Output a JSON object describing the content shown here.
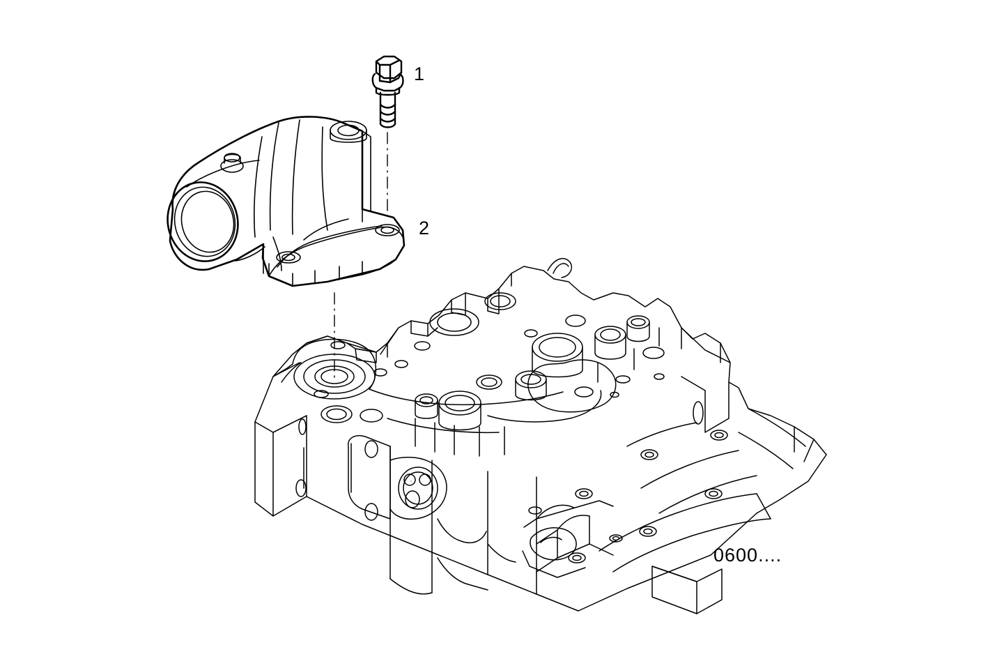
{
  "diagram": {
    "title": "Engine parts exploded view - thermostat housing on cylinder head",
    "background_color": "#ffffff",
    "line_color": "#000000",
    "callouts": [
      {
        "id": "1",
        "label": "1",
        "part": "hex-flange-bolt"
      },
      {
        "id": "2",
        "label": "2",
        "part": "thermostat-housing-water-outlet"
      }
    ],
    "reference_code": "0600....",
    "parts": [
      {
        "number": "1",
        "name": "hex-flange-bolt"
      },
      {
        "number": "2",
        "name": "thermostat-housing"
      },
      {
        "number": "",
        "name": "cylinder-head"
      }
    ]
  }
}
